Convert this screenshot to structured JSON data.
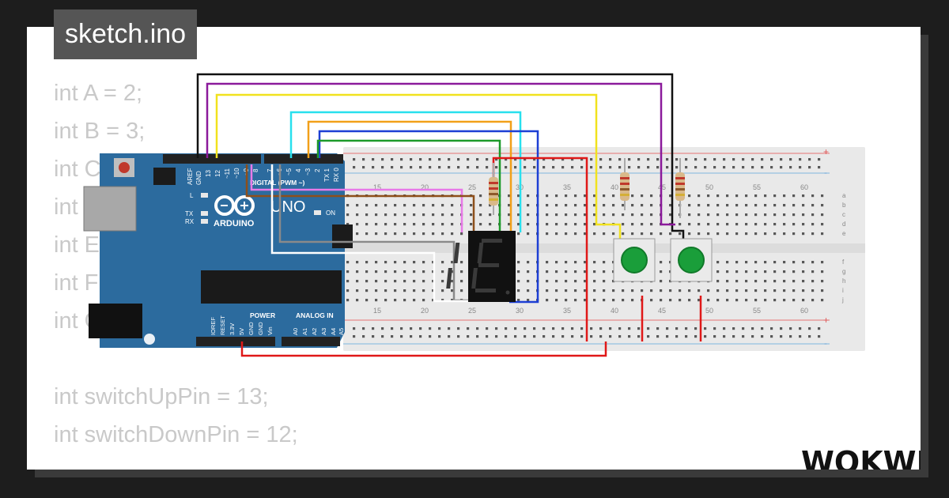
{
  "project": {
    "filename": "sketch.ino",
    "brand": "WOKWI"
  },
  "code_lines": [
    "int A = 2;",
    "int B = 3;",
    "int C = 4;",
    "int D = 5;",
    "int E = 6;",
    "int F = 7;",
    "int G = 9;",
    "",
    "int switchUpPin = 13;",
    "int switchDownPin = 12;"
  ],
  "arduino": {
    "model": "UNO",
    "brand": "ARDUINO",
    "digital_header": "DIGITAL (PWM ~)",
    "power_header": "POWER",
    "analog_header": "ANALOG IN",
    "led_l": "L",
    "led_tx": "TX",
    "led_rx": "RX",
    "led_on": "ON",
    "digital_pins": [
      "AREF",
      "GND",
      "13",
      "12",
      "~11",
      "~10",
      "~9",
      "8",
      "7",
      "~6",
      "~5",
      "4",
      "~3",
      "2",
      "TX 1",
      "RX 0"
    ],
    "power_pins": [
      "IOREF",
      "RESET",
      "3.3V",
      "5V",
      "GND",
      "GND",
      "Vin"
    ],
    "analog_pins": [
      "A0",
      "A1",
      "A2",
      "A3",
      "A4",
      "A5"
    ]
  },
  "breadboard": {
    "column_labels": [
      "25",
      "30",
      "35",
      "40",
      "45",
      "50",
      "55",
      "60"
    ],
    "column_labels_left": [
      "15",
      "20"
    ],
    "row_labels_top": [
      "a",
      "b",
      "c",
      "d",
      "e"
    ],
    "row_labels_bottom": [
      "f",
      "g",
      "h",
      "i",
      "j"
    ],
    "rail_plus": "+",
    "rail_minus": "-"
  },
  "colors": {
    "wire_black": "#111111",
    "wire_purple": "#8b1a9b",
    "wire_yellow": "#f1e21e",
    "wire_cyan": "#28e0ee",
    "wire_orange": "#f2a019",
    "wire_blue": "#1d3fd4",
    "wire_green": "#1d9a2a",
    "wire_red": "#e01818",
    "wire_pink": "#e879e8",
    "wire_brown": "#8d4f1b",
    "wire_gray": "#8a8a8a",
    "wire_white": "#ffffff",
    "board_blue": "#2c6b9e",
    "button_green": "#1a9e3a"
  }
}
